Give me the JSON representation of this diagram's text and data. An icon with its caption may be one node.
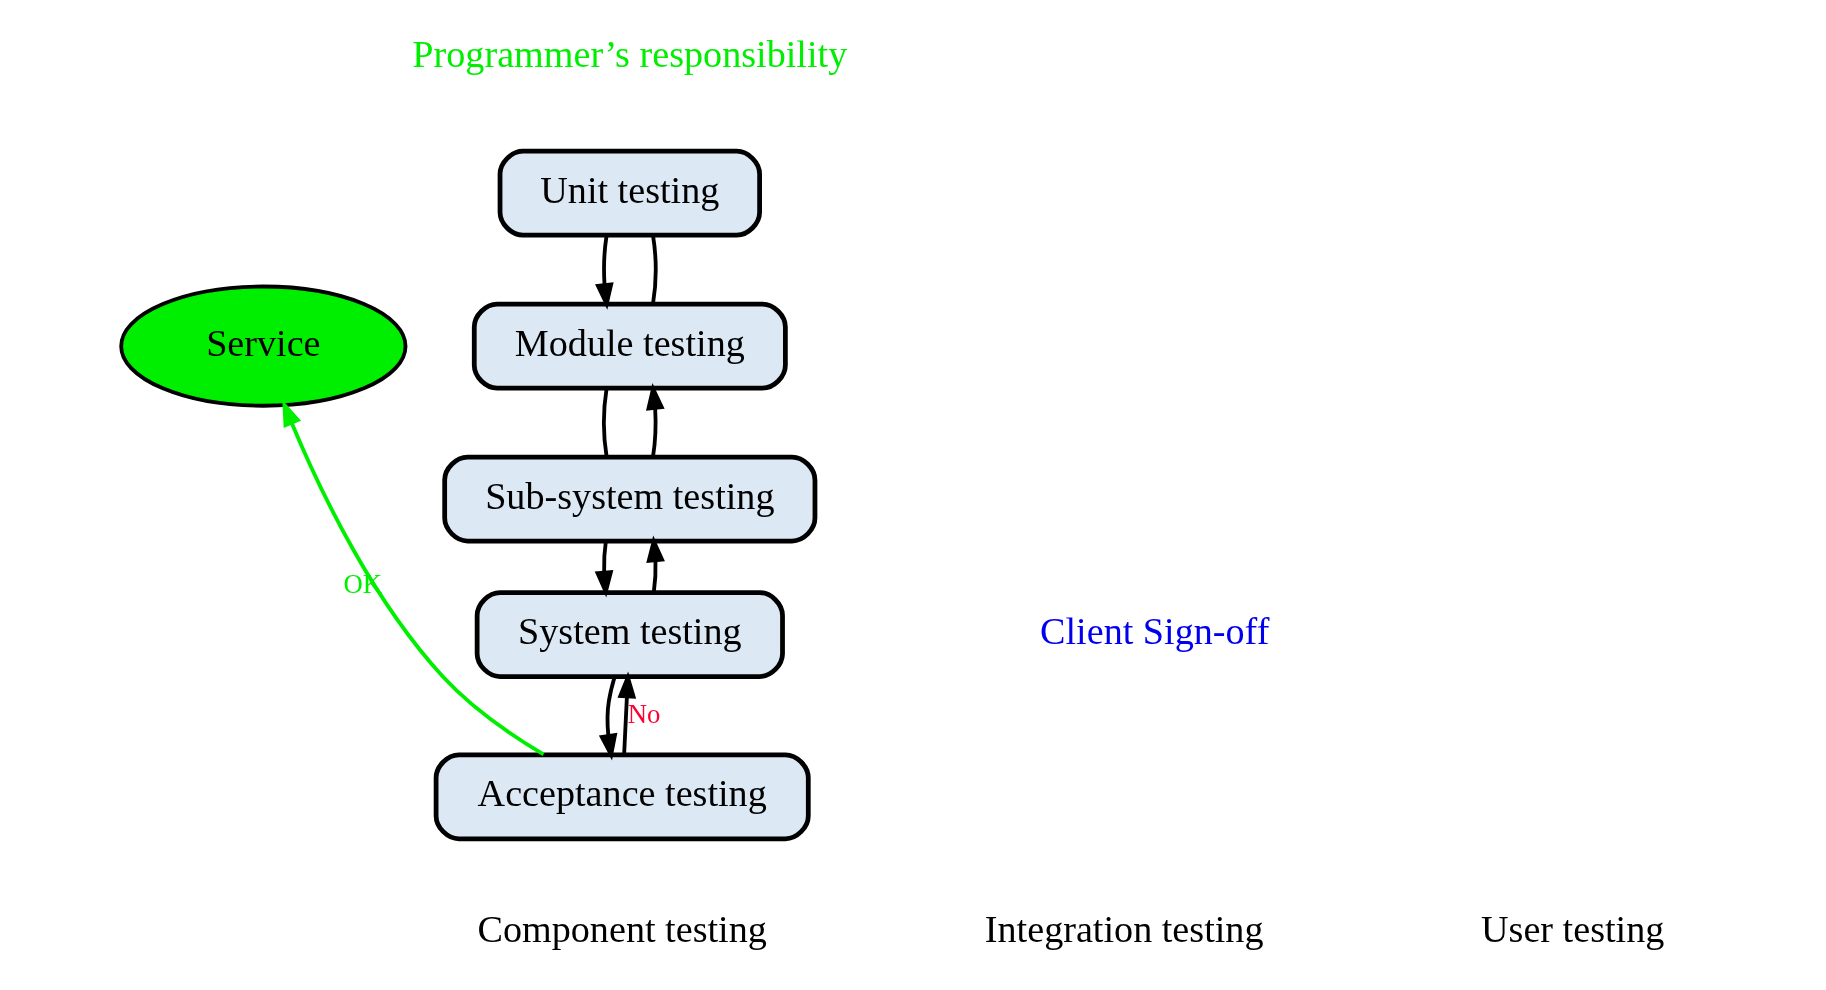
{
  "diagram": {
    "nodes": [
      {
        "text": [
          "Unit testing"
        ]
      },
      {
        "text": [
          "Module testing"
        ]
      },
      {
        "text": [
          "Sub-system testing"
        ]
      },
      {
        "text": [
          "System testing"
        ]
      },
      {
        "text": [
          "Acceptance testing"
        ]
      },
      {
        "text": [
          "Service"
        ]
      }
    ],
    "edges": [
      {
        "from": 0,
        "to": 1,
        "arrow": "to"
      },
      {
        "from": 0,
        "to": 1,
        "arrow": "none"
      },
      {
        "from": 1,
        "to": 2,
        "arrow": "none"
      },
      {
        "from": 2,
        "to": 1,
        "arrow": "to"
      },
      {
        "from": 2,
        "to": 3,
        "arrow": "to"
      },
      {
        "from": 3,
        "to": 2,
        "arrow": "to"
      },
      {
        "from": 3,
        "to": 4,
        "arrow": "to"
      },
      {
        "from": 4,
        "to": 3,
        "arrow": "to",
        "label": "No"
      },
      {
        "from": 4,
        "to": 5,
        "arrow": "to",
        "label": "OK",
        "color": "#00ee00"
      }
    ],
    "labels": [
      "Programmer’s responsibility",
      "Client Sign-off",
      "Component testing",
      "Integration testing",
      "User testing"
    ]
  }
}
